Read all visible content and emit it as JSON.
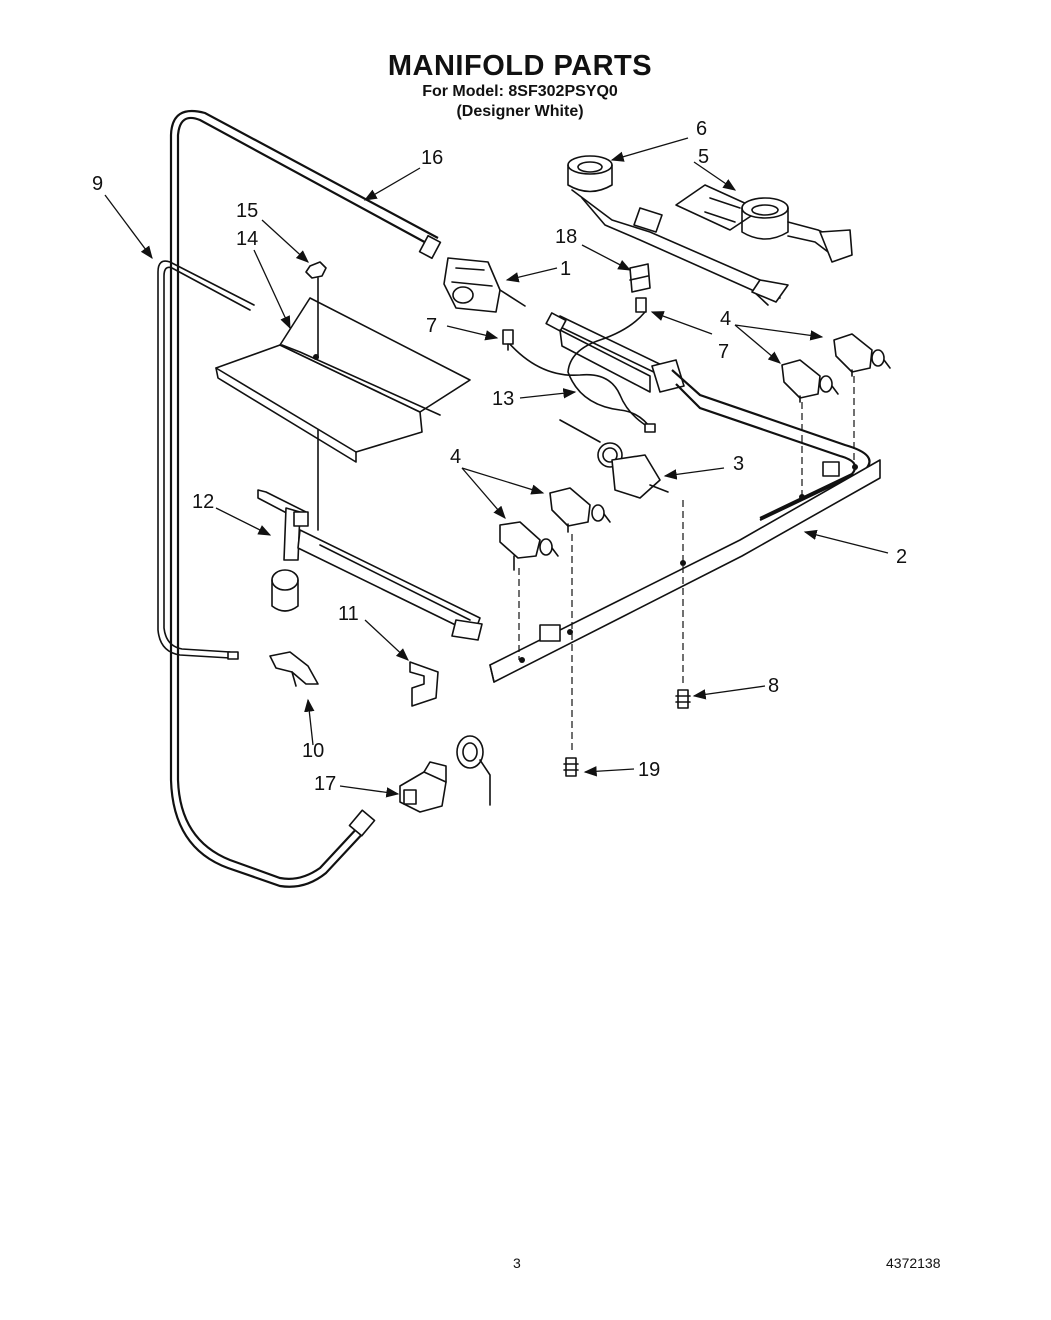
{
  "header": {
    "title": "MANIFOLD PARTS",
    "model_line": "For Model: 8SF302PSYQ0",
    "finish_line": "(Designer White)"
  },
  "callouts": {
    "c1": "1",
    "c2": "2",
    "c3": "3",
    "c4a": "4",
    "c4b": "4",
    "c5": "5",
    "c6": "6",
    "c7a": "7",
    "c7b": "7",
    "c8": "8",
    "c9": "9",
    "c10": "10",
    "c11": "11",
    "c12": "12",
    "c13": "13",
    "c14": "14",
    "c15": "15",
    "c16": "16",
    "c17": "17",
    "c18": "18",
    "c19": "19"
  },
  "footer": {
    "page_number": "3",
    "document_number": "4372138"
  }
}
